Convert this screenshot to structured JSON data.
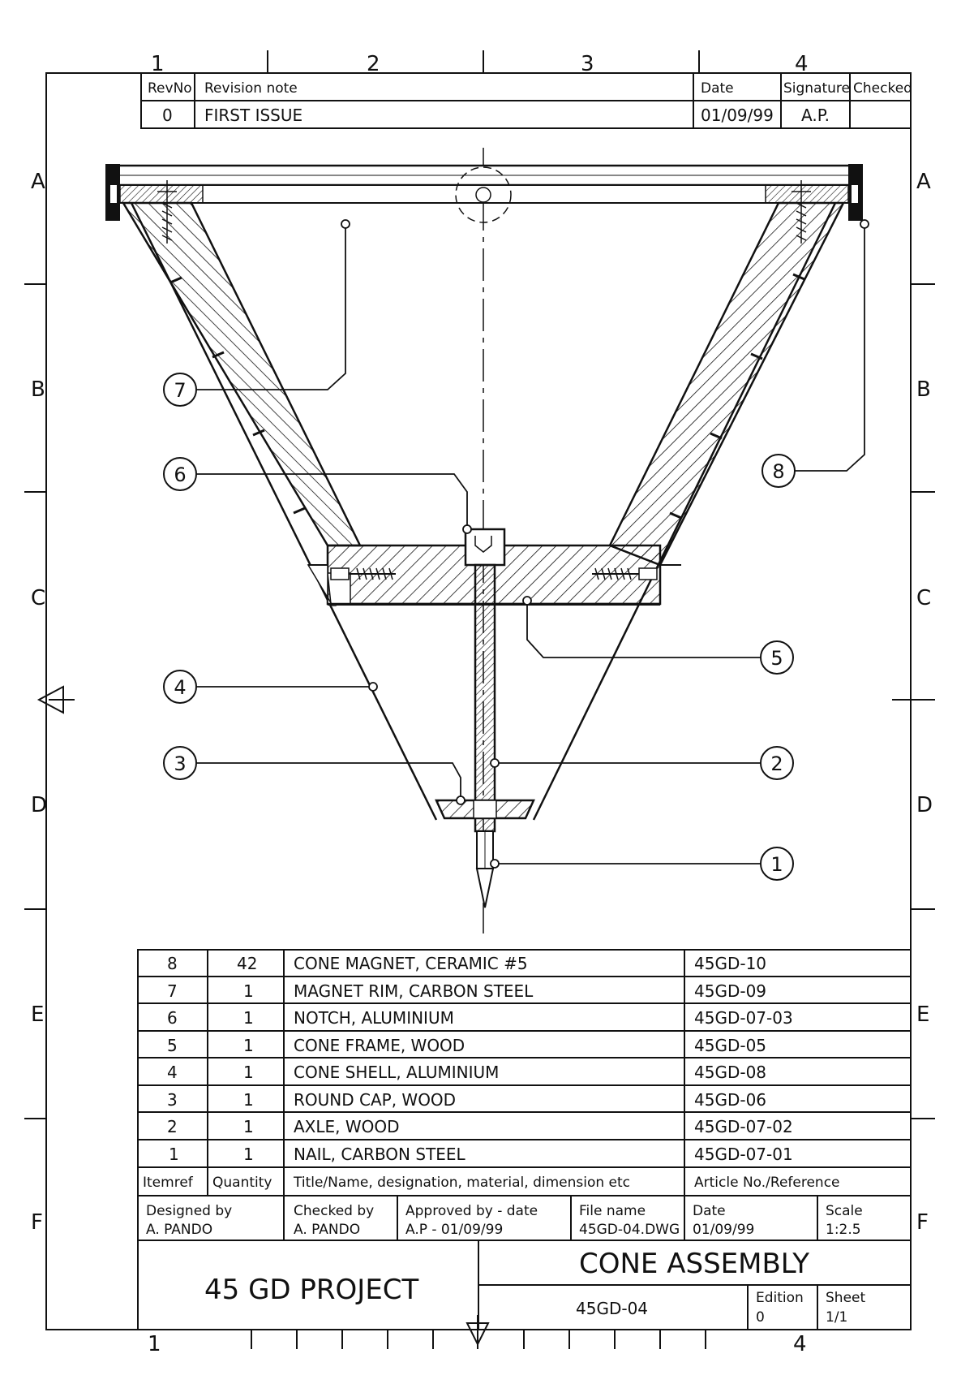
{
  "frame": {
    "columns": [
      "1",
      "2",
      "3",
      "4"
    ],
    "rows": [
      "A",
      "B",
      "C",
      "D",
      "E",
      "F"
    ]
  },
  "revision": {
    "headers": [
      "RevNo",
      "Revision note",
      "Date",
      "Signature",
      "Checked"
    ],
    "rows": [
      {
        "rev": "0",
        "note": "FIRST ISSUE",
        "date": "01/09/99",
        "signature": "A.P.",
        "checked": ""
      }
    ]
  },
  "balloons": [
    "1",
    "2",
    "3",
    "4",
    "5",
    "6",
    "7",
    "8"
  ],
  "parts": {
    "headers": [
      "Itemref",
      "Quantity",
      "Title/Name, designation, material, dimension etc",
      "Article No./Reference"
    ],
    "rows": [
      {
        "item": "8",
        "qty": "42",
        "title": "CONE MAGNET, CERAMIC #5",
        "ref": "45GD-10"
      },
      {
        "item": "7",
        "qty": "1",
        "title": "MAGNET RIM, CARBON STEEL",
        "ref": "45GD-09"
      },
      {
        "item": "6",
        "qty": "1",
        "title": "NOTCH, ALUMINIUM",
        "ref": "45GD-07-03"
      },
      {
        "item": "5",
        "qty": "1",
        "title": "CONE FRAME, WOOD",
        "ref": "45GD-05"
      },
      {
        "item": "4",
        "qty": "1",
        "title": "CONE SHELL, ALUMINIUM",
        "ref": "45GD-08"
      },
      {
        "item": "3",
        "qty": "1",
        "title": "ROUND CAP, WOOD",
        "ref": "45GD-06"
      },
      {
        "item": "2",
        "qty": "1",
        "title": "AXLE, WOOD",
        "ref": "45GD-07-02"
      },
      {
        "item": "1",
        "qty": "1",
        "title": "NAIL, CARBON STEEL",
        "ref": "45GD-07-01"
      }
    ]
  },
  "title_block": {
    "designed_label": "Designed by",
    "designed_value": "A. PANDO",
    "checked_label": "Checked by",
    "checked_value": "A. PANDO",
    "approved_label": "Approved by - date",
    "approved_value": "A.P - 01/09/99",
    "file_label": "File name",
    "file_value": "45GD-04.DWG",
    "date_label": "Date",
    "date_value": "01/09/99",
    "scale_label": "Scale",
    "scale_value": "1:2.5",
    "project": "45 GD PROJECT",
    "drawing_title": "CONE ASSEMBLY",
    "drawing_number": "45GD-04",
    "edition_label": "Edition",
    "edition_value": "0",
    "sheet_label": "Sheet",
    "sheet_value": "1/1"
  }
}
